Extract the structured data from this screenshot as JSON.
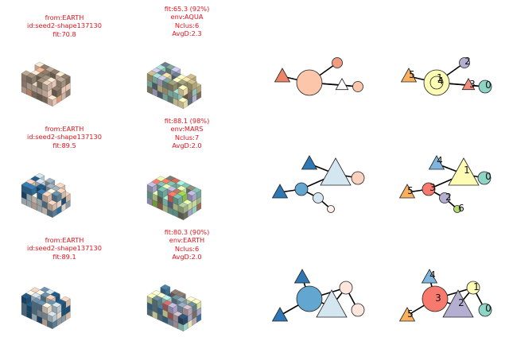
{
  "rows": [
    {
      "source": {
        "from": "from:EARTH",
        "id": "id:seed2-shape137130",
        "fit": "fit:70.8"
      },
      "evolved": {
        "fit": "fit:65.3 (92%)",
        "env": "env:AQUA",
        "nclus": "Nclus:6",
        "avgd": "AvgD:2.3"
      },
      "graph_plain": {
        "nodes": [
          {
            "shape": "triangle",
            "color": "#ec8567"
          },
          {
            "shape": "circle",
            "color": "#fbc6a9",
            "size": "large"
          },
          {
            "shape": "circle",
            "color": "#f19c80",
            "size": "small"
          },
          {
            "shape": "triangle",
            "color": "#ffffff",
            "size": "small"
          },
          {
            "shape": "circle",
            "color": "#fbc6a9",
            "size": "small"
          }
        ]
      },
      "graph_labeled": {
        "nodes": [
          {
            "label": "5",
            "shape": "triangle",
            "color": "#f9b160"
          },
          {
            "label": "1",
            "shape": "circle",
            "color": "#fefcb4",
            "size": "large"
          },
          {
            "label": "4",
            "shape": "circle",
            "color": "#fefcb4"
          },
          {
            "label": "2",
            "shape": "circle",
            "color": "#b4aed0",
            "size": "small"
          },
          {
            "label": "3",
            "shape": "triangle",
            "color": "#f48c7c",
            "size": "small"
          },
          {
            "label": "0",
            "shape": "circle",
            "color": "#8fd5c6"
          }
        ]
      }
    },
    {
      "source": {
        "from": "from:EARTH",
        "id": "id:seed2-shape137130",
        "fit": "fit:89.5"
      },
      "evolved": {
        "fit": "fit:88.1 (98%)",
        "env": "env:MARS",
        "nclus": "Nclus:7",
        "avgd": "AvgD:2.0"
      },
      "graph_plain": {
        "nodes": [
          {
            "shape": "triangle",
            "color": "#2f78b4"
          },
          {
            "shape": "triangle",
            "color": "#2f78b4"
          },
          {
            "shape": "circle",
            "color": "#63a6d0"
          },
          {
            "shape": "triangle",
            "color": "#d4e6f0",
            "size": "large"
          },
          {
            "shape": "circle",
            "color": "#fbd2bf"
          },
          {
            "shape": "circle",
            "color": "#d4e6f0",
            "size": "small"
          },
          {
            "shape": "circle",
            "color": "#fdf0ea",
            "size": "tiny"
          }
        ]
      },
      "graph_labeled": {
        "nodes": [
          {
            "label": "4",
            "shape": "triangle",
            "color": "#7fb6dd"
          },
          {
            "label": "1",
            "shape": "triangle",
            "color": "#fefcb4",
            "size": "large"
          },
          {
            "label": "0",
            "shape": "circle",
            "color": "#8fd5c6"
          },
          {
            "label": "5",
            "shape": "triangle",
            "color": "#f9b160"
          },
          {
            "label": "3",
            "shape": "circle",
            "color": "#f87a6e"
          },
          {
            "label": "2",
            "shape": "circle",
            "color": "#b4aed0",
            "size": "small"
          },
          {
            "label": "6",
            "shape": "circle",
            "color": "#b1d967",
            "size": "tiny"
          }
        ]
      }
    },
    {
      "source": {
        "from": "from:EARTH",
        "id": "id:seed2-shape137130",
        "fit": "fit:89.1"
      },
      "evolved": {
        "fit": "fit:80.3 (90%)",
        "env": "env:EARTH",
        "nclus": "Nclus:6",
        "avgd": "AvgD:2.0"
      },
      "graph_plain": {
        "nodes": [
          {
            "shape": "triangle",
            "color": "#2f78b4"
          },
          {
            "shape": "triangle",
            "color": "#2f78b4"
          },
          {
            "shape": "circle",
            "color": "#63a6d0",
            "size": "large"
          },
          {
            "shape": "triangle",
            "color": "#d4e6f0",
            "size": "large"
          },
          {
            "shape": "circle",
            "color": "#fde7dc"
          },
          {
            "shape": "circle",
            "color": "#fde7dc"
          }
        ]
      },
      "graph_labeled": {
        "nodes": [
          {
            "label": "4",
            "shape": "triangle",
            "color": "#7fb6dd"
          },
          {
            "label": "3",
            "shape": "circle",
            "color": "#f87a6e",
            "size": "large"
          },
          {
            "label": "5",
            "shape": "triangle",
            "color": "#f9b160"
          },
          {
            "label": "2",
            "shape": "triangle",
            "color": "#b4aed0",
            "size": "large"
          },
          {
            "label": "1",
            "shape": "circle",
            "color": "#fefcb4"
          },
          {
            "label": "0",
            "shape": "circle",
            "color": "#8fd5c6"
          }
        ]
      }
    }
  ],
  "palette": {
    "caption": "#e8121b",
    "voxel_earth": [
      "#7a6a5a",
      "#8b7b6a",
      "#a38f7d",
      "#c9b4a3",
      "#e8c6b4",
      "#d69b7c"
    ],
    "voxel_blue": [
      "#1d4e76",
      "#2e6c9a",
      "#5a7d94",
      "#8a9aa5",
      "#b7c5cd",
      "#e3d3c5",
      "#d3b8a6"
    ]
  }
}
